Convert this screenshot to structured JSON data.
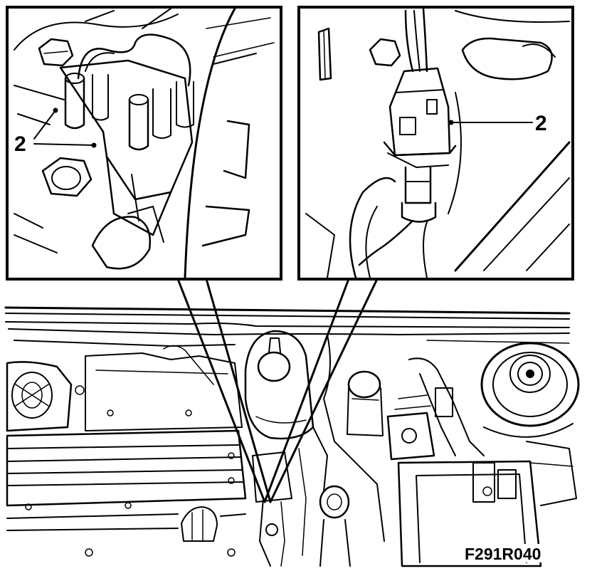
{
  "callouts": {
    "left_inset_label": "2",
    "right_inset_label": "2"
  },
  "figure_code": "F291R040",
  "colors": {
    "ink": "#000000",
    "paper": "#ffffff"
  }
}
